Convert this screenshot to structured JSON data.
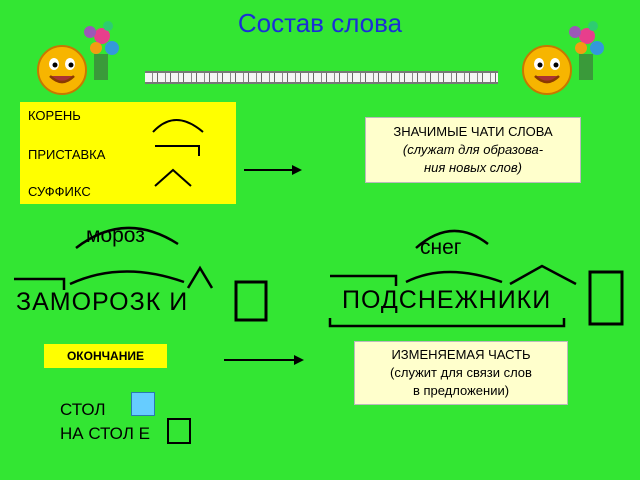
{
  "title": "Состав слова",
  "morphemes": {
    "root": "КОРЕНЬ",
    "prefix": "ПРИСТАВКА",
    "suffix": "СУФФИКС"
  },
  "significant": {
    "line1": "ЗНАЧИМЫЕ ЧАТИ СЛОВА",
    "line2": "(служат для образова-",
    "line3": "ния новых слов)"
  },
  "example1": {
    "root_word": "мороз",
    "word": "ЗАМОРОЗК И"
  },
  "example2": {
    "root_word": "снег",
    "word": "ПОДСНЕЖНИКИ"
  },
  "ending": {
    "label": "ОКОНЧАНИЕ",
    "line1": "ИЗМЕНЯЕМАЯ ЧАСТЬ",
    "line2": "(служит для связи слов",
    "line3": "в предложении)"
  },
  "examples": {
    "word1": "СТОЛ",
    "word2": "НА СТОЛ Е"
  },
  "colors": {
    "background": "#33e633",
    "highlight": "#ffff00",
    "info_box": "#ffffcc",
    "title": "#1a2fd6",
    "ending_square": "#66ccff"
  },
  "icons": [
    "smiley-with-flowers-icon"
  ]
}
